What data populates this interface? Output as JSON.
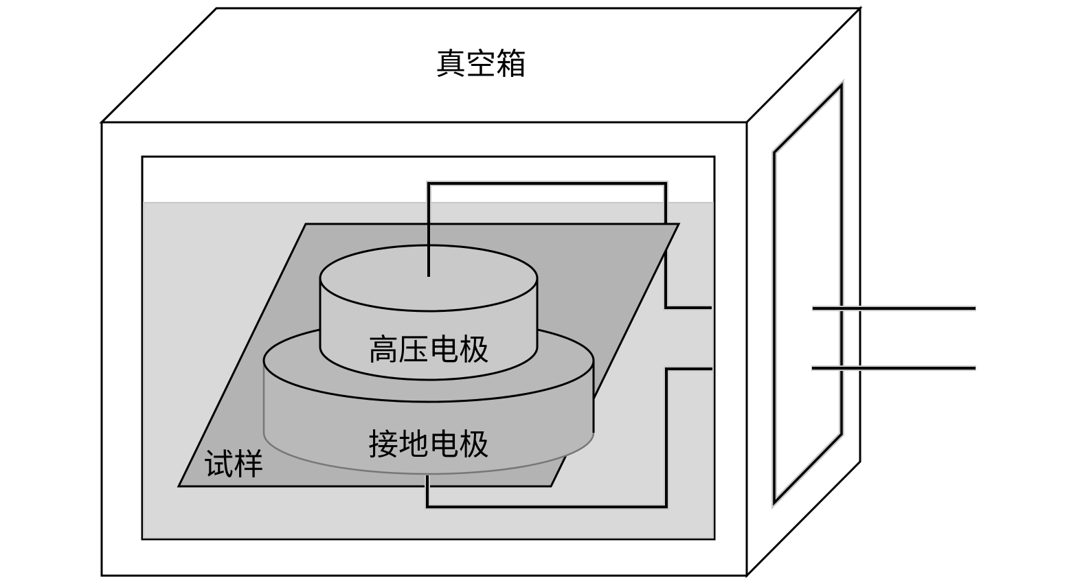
{
  "diagram": {
    "title_label": "真空箱",
    "hv_electrode_label": "高压电极",
    "ground_electrode_label": "接地电极",
    "sample_label": "试样",
    "colors": {
      "chamber_fill": "#d9d9d9",
      "sample_fill": "#b3b3b3",
      "ground_electrode_fill": "#b9b9b9",
      "hv_electrode_fill": "#c9c9c9",
      "line": "#000000",
      "halo": "#c8c8c8"
    }
  }
}
